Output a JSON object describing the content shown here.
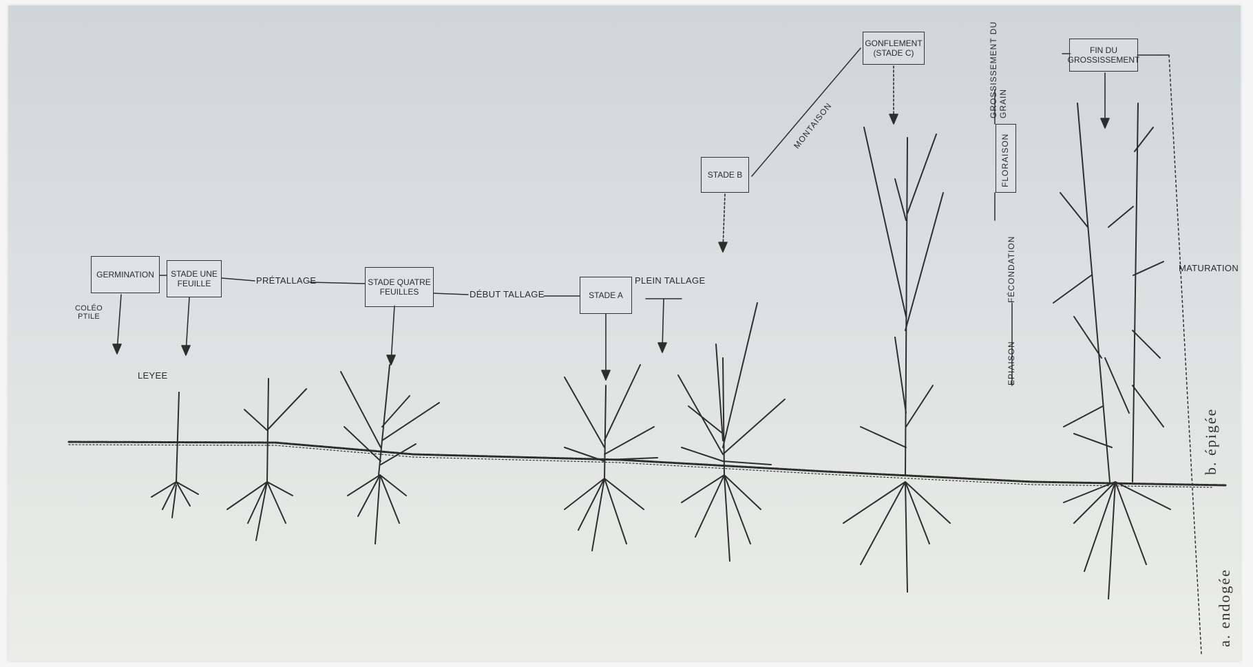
{
  "stages": {
    "germination": "GERMINATION",
    "stade_une_feuille": "STADE UNE FEUILLE",
    "pretallage": "PRÉTALLAGE",
    "stade_quatre_feuilles": "STADE QUATRE FEUILLES",
    "debut_tallage": "DÉBUT TALLAGE",
    "stade_a": "STADE A",
    "plein_tallage": "PLEIN TALLAGE",
    "stade_b": "STADE B",
    "montaison": "MONTAISON",
    "gonflement": "GONFLEMENT (STADE C)",
    "floraison": "FLORAISON",
    "epiaison": "EPIAISON",
    "fecondation": "FÉCONDATION",
    "grossissement": "GROSSISSEMENT DU GRAIN",
    "fin_grossissement": "FIN DU GROSSISSEMENT",
    "maturation": "MATURATION",
    "leyee": "LEYEE",
    "coleoptile": "COLÉO PTILE"
  },
  "zones": {
    "epigee": "b. épigée",
    "endogee": "a. endogée"
  }
}
